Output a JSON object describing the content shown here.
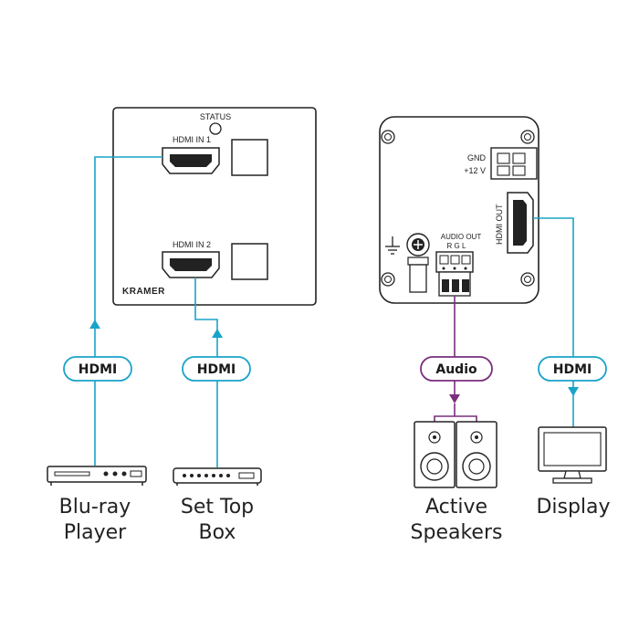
{
  "colors": {
    "hdmi": "#1aa3c9",
    "audio": "#7a2e7d",
    "outline": "#222222"
  },
  "wallplate": {
    "status_label": "STATUS",
    "hdmi_in_1_label": "HDMI IN 1",
    "hdmi_in_2_label": "HDMI IN 2",
    "brand": "KRAMER"
  },
  "receiver": {
    "gnd_label": "GND",
    "power_label": "+12 V",
    "hdmi_out_label": "HDMI OUT",
    "audio_out_label": "AUDIO OUT",
    "audio_pins_label": "R G L"
  },
  "cables": {
    "bluray": "HDMI",
    "settop": "HDMI",
    "audio": "Audio",
    "display": "HDMI"
  },
  "devices": {
    "bluray_line1": "Blu-ray",
    "bluray_line2": "Player",
    "settop_line1": "Set Top",
    "settop_line2": "Box",
    "speakers_line1": "Active",
    "speakers_line2": "Speakers",
    "display": "Display"
  },
  "icons": [
    "hdmi-port-icon",
    "button-icon",
    "status-led-icon",
    "ground-icon",
    "screw-icon",
    "terminal-block-icon",
    "bluray-player-icon",
    "set-top-box-icon",
    "speakers-icon",
    "display-icon",
    "arrow-up-icon",
    "arrow-down-icon"
  ]
}
